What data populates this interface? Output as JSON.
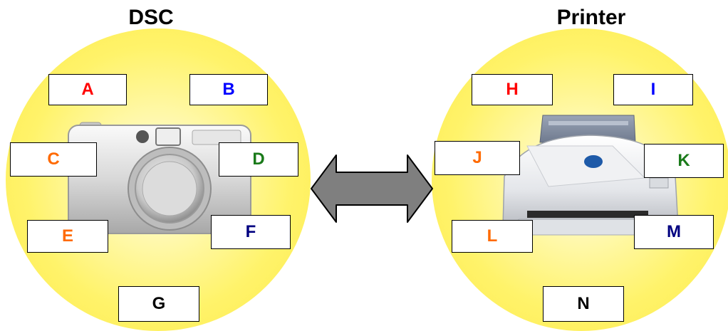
{
  "titles": {
    "left": "DSC",
    "right": "Printer"
  },
  "colors": {
    "circle_fill": "#fff36a",
    "red": "#ff0000",
    "blue": "#0000ff",
    "orange": "#ff6a00",
    "green": "#1a7a1a",
    "navy": "#000080",
    "black": "#000000",
    "arrow": "#7f7f7f"
  },
  "dsc_labels": [
    {
      "id": "A",
      "color": "red"
    },
    {
      "id": "B",
      "color": "blue"
    },
    {
      "id": "C",
      "color": "orange"
    },
    {
      "id": "D",
      "color": "green"
    },
    {
      "id": "E",
      "color": "orange"
    },
    {
      "id": "F",
      "color": "navy"
    },
    {
      "id": "G",
      "color": "black"
    }
  ],
  "printer_labels": [
    {
      "id": "H",
      "color": "red"
    },
    {
      "id": "I",
      "color": "blue"
    },
    {
      "id": "J",
      "color": "orange"
    },
    {
      "id": "K",
      "color": "green"
    },
    {
      "id": "L",
      "color": "orange"
    },
    {
      "id": "M",
      "color": "navy"
    },
    {
      "id": "N",
      "color": "black"
    }
  ],
  "icons": {
    "camera": "camera-icon",
    "printer": "printer-icon",
    "connector": "double-arrow-icon"
  }
}
